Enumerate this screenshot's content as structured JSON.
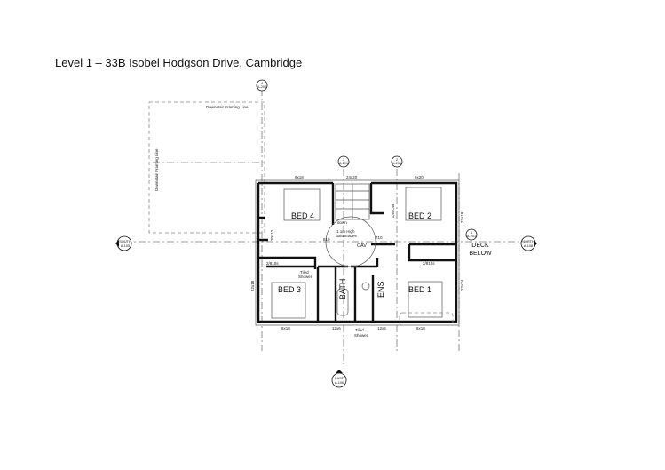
{
  "title": "Level 1 – 33B Isobel Hodgson Drive, Cambridge",
  "framing": {
    "top_label": "Downstair Framing Line",
    "side_label": "Downstair Framing Line"
  },
  "rooms": {
    "bed4": "BED 4",
    "bed2": "BED 2",
    "bed3": "BED 3",
    "bed1": "BED 1",
    "bath": "BATH",
    "ens": "ENS",
    "cav": "CAV"
  },
  "dimensions": {
    "bed4_window": "6x18",
    "stair_window": "24x20",
    "bed2_window": "9x20",
    "bed4_side": "20x12",
    "bed2_side": "22x18",
    "bed3_side": "22x18",
    "bed1_side": "22x24",
    "bed3_window": "6x18",
    "bath_window": "12x6",
    "ens_window": "12x6",
    "bed1_window": "6x18",
    "robe_left": "2/810s",
    "robe_right": "2/810s",
    "robe_bed2": "RO-B/2"
  },
  "notes": {
    "balustrade_1": "1.1m High",
    "balustrade_2": "Balustrades",
    "down": "down",
    "tiled_shower_top_1": "Tiled",
    "tiled_shower_top_2": "Shower",
    "tiled_shower_bottom_1": "Tiled",
    "tiled_shower_bottom_2": "Shower",
    "door_810": "810",
    "door_710": "710",
    "deck_1": "DECK",
    "deck_2": "BELOW"
  },
  "markers": {
    "top_4": {
      "num": "4",
      "ref": "A-200"
    },
    "sec_3": {
      "num": "3",
      "ref": "A-201"
    },
    "sec_2": {
      "num": "2",
      "ref": "A-201"
    },
    "sec_1": {
      "num": "1",
      "ref": "A-201"
    },
    "south": {
      "num": "SOUTH",
      "ref": "A-105"
    },
    "north": {
      "num": "NORTH",
      "ref": "A-108"
    },
    "east": {
      "num": "EAST",
      "ref": "A-106"
    }
  }
}
